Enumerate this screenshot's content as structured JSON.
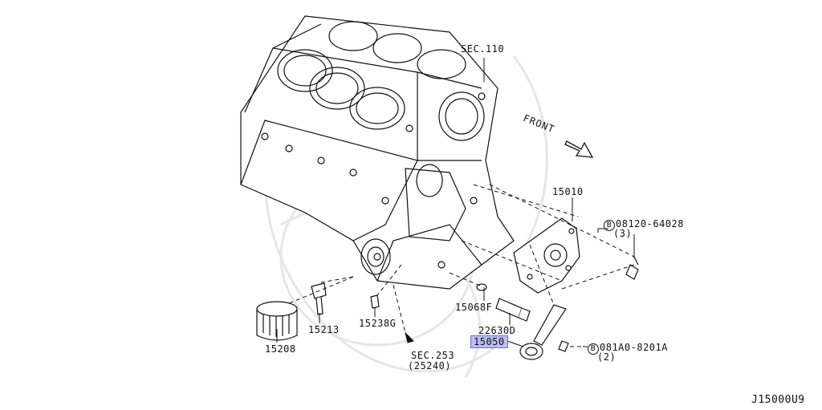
{
  "labels": {
    "sec110": "SEC.110",
    "front": "FRONT",
    "p15010": "15010",
    "bolt1_part": "08120-64028",
    "bolt1_qty": "(3)",
    "p15068f": "15068F",
    "p22630d": "22630D",
    "p15050": "15050",
    "bolt2_part": "081A0-8201A",
    "bolt2_qty": "(2)",
    "p15213": "15213",
    "p15238g": "15238G",
    "p15208": "15208",
    "sec253": "SEC.253",
    "sec253_ref": "(25240)",
    "diagram_code": "J15000U9",
    "bolt_symbol": "B"
  },
  "colors": {
    "line": "#111111",
    "highlight": "#b9bdf0",
    "watermark": "#ececec"
  }
}
